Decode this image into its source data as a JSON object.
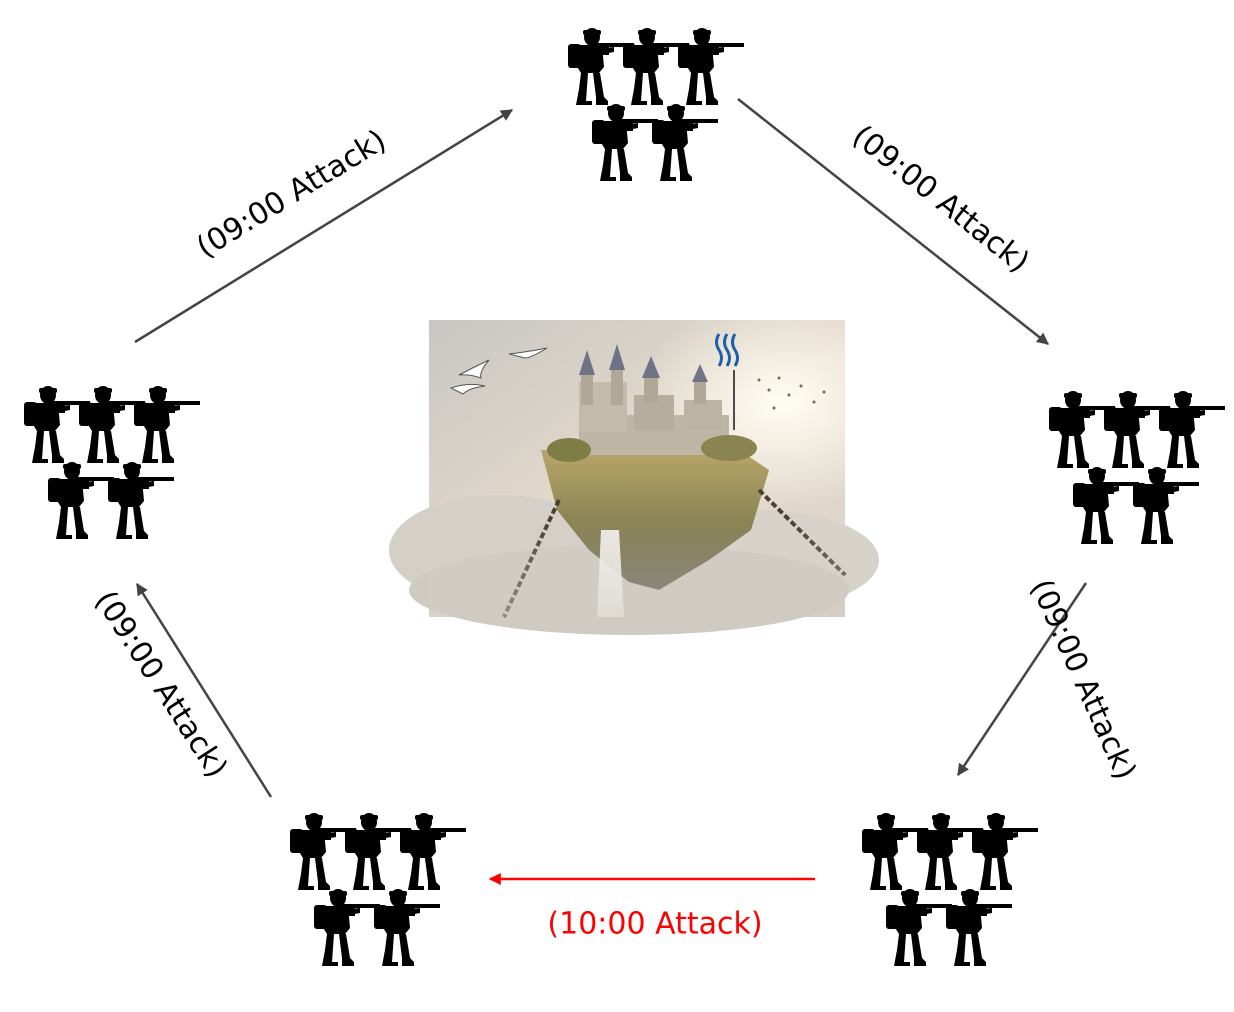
{
  "edges": [
    {
      "id": "top-to-right",
      "label": "(09:00 Attack)",
      "color": "#444444"
    },
    {
      "id": "right-to-bottomright",
      "label": "(09:00 Attack)",
      "color": "#444444"
    },
    {
      "id": "bottomright-to-bottomleft",
      "label": "(10:00 Attack)",
      "color": "#ff0000"
    },
    {
      "id": "bottomleft-to-left",
      "label": "(09:00 Attack)",
      "color": "#444444"
    },
    {
      "id": "left-to-top",
      "label": "(09:00 Attack)",
      "color": "#444444"
    }
  ],
  "groups": [
    {
      "id": "top",
      "soldier_count": 5
    },
    {
      "id": "right",
      "soldier_count": 5
    },
    {
      "id": "bottom-right",
      "soldier_count": 5
    },
    {
      "id": "bottom-left",
      "soldier_count": 5
    },
    {
      "id": "left",
      "soldier_count": 5
    }
  ],
  "center_image": {
    "subject": "floating castle in clouds",
    "flag_icon": "steem-logo-icon"
  }
}
